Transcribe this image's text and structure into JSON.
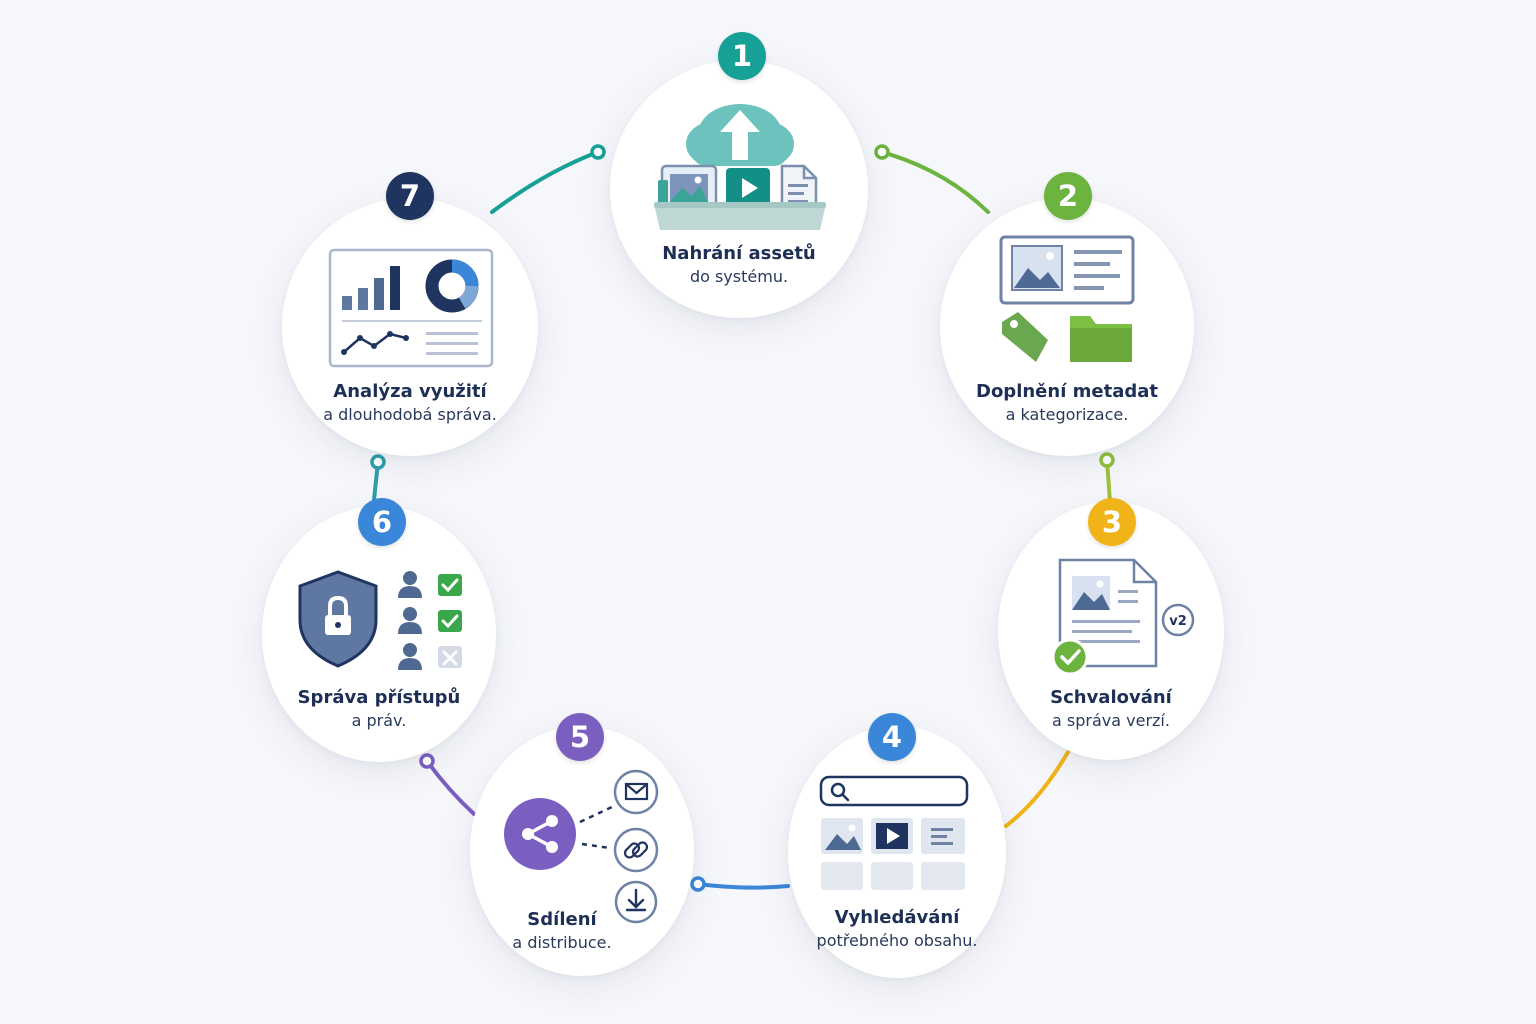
{
  "colors": {
    "teal": "#16a096",
    "green": "#6db33f",
    "yellow": "#f0b418",
    "blue": "#3a86d8",
    "purple": "#7b5fc0",
    "navy": "#1f3560",
    "steel": "#4f6a92"
  },
  "steps": [
    {
      "number": "1",
      "title": "Nahrání assetů",
      "subtitle": "do systému.",
      "icon": "cloud-upload-icon",
      "color": "#16a096"
    },
    {
      "number": "2",
      "title": "Doplnění metadat",
      "subtitle": "a kategorizace.",
      "icon": "metadata-card-icon",
      "color": "#6db33f"
    },
    {
      "number": "3",
      "title": "Schvalování",
      "subtitle": "a správa verzí.",
      "icon": "approved-document-icon",
      "color": "#f0b418",
      "version_badge": "v2"
    },
    {
      "number": "4",
      "title": "Vyhledávání",
      "subtitle": "potřebného obsahu.",
      "icon": "search-grid-icon",
      "color": "#3a86d8"
    },
    {
      "number": "5",
      "title": "Sdílení",
      "subtitle": "a distribuce.",
      "icon": "share-icon",
      "color": "#7b5fc0"
    },
    {
      "number": "6",
      "title": "Správa přístupů",
      "subtitle": "a práv.",
      "icon": "shield-lock-icon",
      "color": "#3a86d8"
    },
    {
      "number": "7",
      "title": "Analýza využití",
      "subtitle": "a dlouhodobá správa.",
      "icon": "analytics-dashboard-icon",
      "color": "#1f3560"
    }
  ]
}
